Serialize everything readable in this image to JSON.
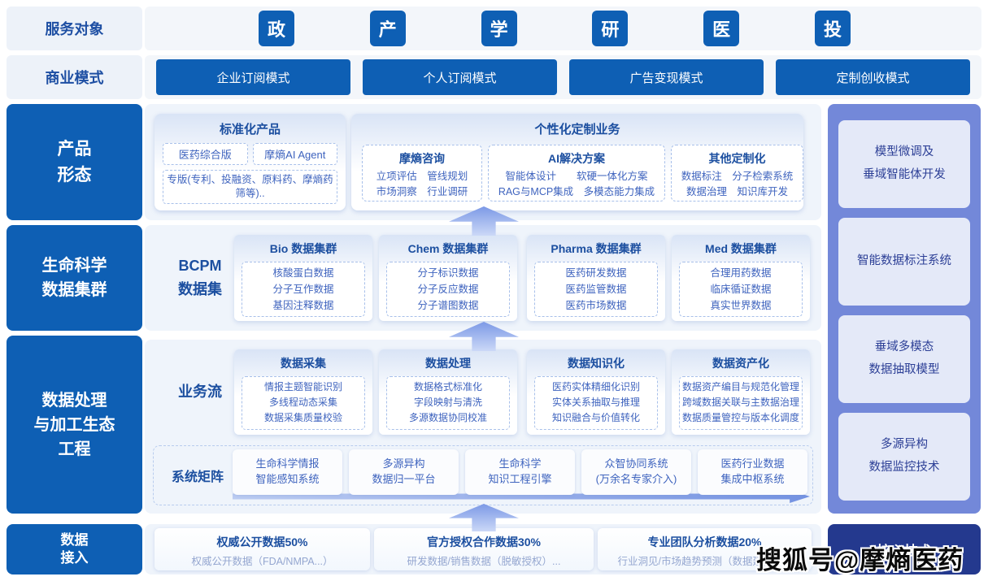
{
  "colors": {
    "primary_blue": "#0E5FB4",
    "navy_text": "#1C4FA0",
    "item_blue": "#3E63BE",
    "periwinkle": "#7388D9",
    "dark_navy_box": "#24398E",
    "row_bg": "#EFF4FB"
  },
  "service_row": {
    "label": "服务对象",
    "badges": [
      "政",
      "产",
      "学",
      "研",
      "医",
      "投"
    ]
  },
  "business_row": {
    "label": "商业模式",
    "modes": [
      "企业订阅模式",
      "个人订阅模式",
      "广告变现模式",
      "定制创收模式"
    ]
  },
  "left_column": {
    "product_form": "产品\n形态",
    "life_science": "生命科学\n数据集群",
    "data_processing": "数据处理\n与加工生态\n工程",
    "data_access": "数据\n接入"
  },
  "product_row": {
    "standard": {
      "title": "标准化产品",
      "chip1": "医药综合版",
      "chip2": "摩熵AI Agent",
      "chip3": "专版(专利、投融资、原料药、摩熵药筛等).."
    },
    "custom": {
      "title": "个性化定制业务",
      "groups": [
        {
          "title": "摩熵咨询",
          "lines": [
            "立项评估　管线规划",
            "市场洞察　行业调研"
          ]
        },
        {
          "title": "AI解决方案",
          "lines": [
            "智能体设计　　软硬一体化方案",
            "RAG与MCP集成　多模态能力集成"
          ]
        },
        {
          "title": "其他定制化",
          "lines": [
            "数据标注　分子检索系统",
            "数据治理　知识库开发"
          ]
        }
      ]
    }
  },
  "cluster_row": {
    "label": "BCPM\n数据集",
    "clusters": [
      {
        "title": "Bio 数据集群",
        "items": [
          "核酸蛋白数据",
          "分子互作数据",
          "基因注释数据"
        ]
      },
      {
        "title": "Chem 数据集群",
        "items": [
          "分子标识数据",
          "分子反应数据",
          "分子谱图数据"
        ]
      },
      {
        "title": "Pharma 数据集群",
        "items": [
          "医药研发数据",
          "医药监管数据",
          "医药市场数据"
        ]
      },
      {
        "title": "Med 数据集群",
        "items": [
          "合理用药数据",
          "临床循证数据",
          "真实世界数据"
        ]
      }
    ]
  },
  "workflow_row": {
    "label": "业务流",
    "stages": [
      {
        "title": "数据采集",
        "items": [
          "情报主题智能识别",
          "多线程动态采集",
          "数据采集质量校验"
        ]
      },
      {
        "title": "数据处理",
        "items": [
          "数据格式标准化",
          "字段映射与清洗",
          "多源数据协同校准"
        ]
      },
      {
        "title": "数据知识化",
        "items": [
          "医药实体精细化识别",
          "实体关系抽取与推理",
          "知识融合与价值转化"
        ]
      },
      {
        "title": "数据资产化",
        "items": [
          "数据资产编目与规范化管理",
          "跨域数据关联与主数据治理",
          "数据质量管控与版本化调度"
        ]
      }
    ]
  },
  "system_row": {
    "label": "系统矩阵",
    "systems": [
      "生命科学情报\n智能感知系统",
      "多源异构\n数据归一平台",
      "生命科学\n知识工程引擎",
      "众智协同系统\n(万余名专家介入)",
      "医药行业数据\n集成中枢系统"
    ]
  },
  "access_row": {
    "sources": [
      {
        "title": "权威公开数据50%",
        "desc": "权威公开数据（FDA/NMPA...）"
      },
      {
        "title": "官方授权合作数据30%",
        "desc": "研发数据/销售数据（脱敏授权）..."
      },
      {
        "title": "专业团队分析数据20%",
        "desc": "行业洞见/市场趋势预测（数据建模）..."
      }
    ]
  },
  "core_tech": {
    "label": "核心技术",
    "items": [
      "模型微调及\n垂域智能体开发",
      "智能数据标注系统",
      "垂域多模态\n数据抽取模型",
      "多源异构\n数据监控技术"
    ]
  },
  "watermark": "搜狐号@摩熵医药"
}
